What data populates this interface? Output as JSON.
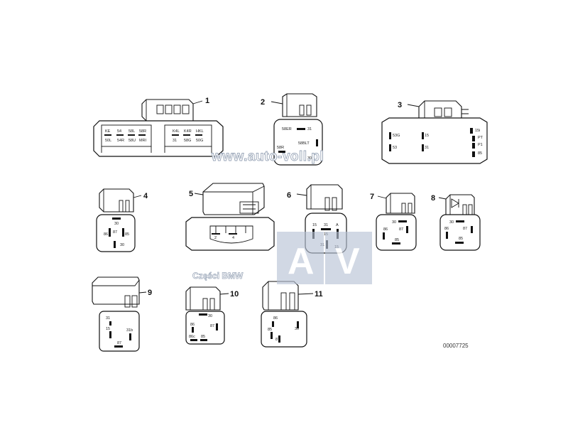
{
  "diagram": {
    "callouts": [
      "1",
      "2",
      "3",
      "4",
      "5",
      "6",
      "7",
      "8",
      "9",
      "10",
      "11"
    ],
    "part_number": "00007725",
    "watermark": {
      "site": "www.auto-voll.pl",
      "caption": "Części BMW",
      "logo_left": "A",
      "logo_right": "V"
    }
  },
  "pins": {
    "p1": [
      "KE",
      "54",
      "58L",
      "58R",
      "50L",
      "54R",
      "58U",
      "MRI",
      "K4L",
      "K4R",
      "HKL",
      "31",
      "58G",
      "50G"
    ],
    "p2": [
      "58ER",
      "31",
      "58BLT",
      "58R",
      "30"
    ],
    "p3": [
      "15i",
      "53G",
      "15",
      "PT",
      "53",
      "31",
      "P1",
      "85"
    ],
    "p4": [
      "30",
      "87",
      "85",
      "86"
    ],
    "p5": [
      "2",
      "4"
    ],
    "p6": [
      "15",
      "31",
      "A",
      "15",
      "31",
      "15"
    ],
    "p7": [
      "30",
      "86",
      "87",
      "85"
    ],
    "p8": [
      "30",
      "86",
      "87",
      "85"
    ],
    "p9": [
      "31",
      "15",
      "31b",
      "87"
    ],
    "p10": [
      "30",
      "86",
      "87",
      "86c",
      "85"
    ],
    "p11": [
      "86",
      "85",
      "30",
      "87"
    ]
  }
}
